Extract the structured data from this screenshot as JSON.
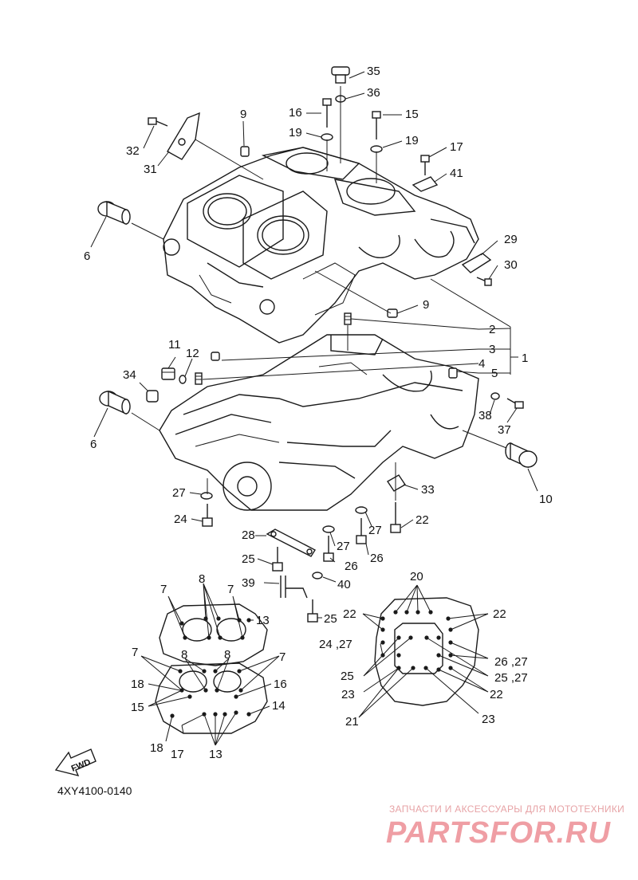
{
  "diagram": {
    "callouts": [
      {
        "id": "c35",
        "text": "35"
      },
      {
        "id": "c36",
        "text": "36"
      },
      {
        "id": "c16",
        "text": "16"
      },
      {
        "id": "c15",
        "text": "15"
      },
      {
        "id": "c9a",
        "text": "9"
      },
      {
        "id": "c19a",
        "text": "19"
      },
      {
        "id": "c19b",
        "text": "19"
      },
      {
        "id": "c17",
        "text": "17"
      },
      {
        "id": "c41",
        "text": "41"
      },
      {
        "id": "c32",
        "text": "32"
      },
      {
        "id": "c31",
        "text": "31"
      },
      {
        "id": "c6a",
        "text": "6"
      },
      {
        "id": "c29",
        "text": "29"
      },
      {
        "id": "c30",
        "text": "30"
      },
      {
        "id": "c9b",
        "text": "9"
      },
      {
        "id": "c2",
        "text": "2"
      },
      {
        "id": "c3",
        "text": "3"
      },
      {
        "id": "c1",
        "text": "1"
      },
      {
        "id": "c4",
        "text": "4"
      },
      {
        "id": "c5",
        "text": "5"
      },
      {
        "id": "c11",
        "text": "11"
      },
      {
        "id": "c12",
        "text": "12"
      },
      {
        "id": "c34",
        "text": "34"
      },
      {
        "id": "c6b",
        "text": "6"
      },
      {
        "id": "c38",
        "text": "38"
      },
      {
        "id": "c37",
        "text": "37"
      },
      {
        "id": "c10",
        "text": "10"
      },
      {
        "id": "c33",
        "text": "33"
      },
      {
        "id": "c27a",
        "text": "27"
      },
      {
        "id": "c24",
        "text": "24"
      },
      {
        "id": "c22a",
        "text": "22"
      },
      {
        "id": "c27b",
        "text": "27"
      },
      {
        "id": "c28",
        "text": "28"
      },
      {
        "id": "c27c",
        "text": "27"
      },
      {
        "id": "c26a",
        "text": "26"
      },
      {
        "id": "c25a",
        "text": "25"
      },
      {
        "id": "c26b",
        "text": "26"
      },
      {
        "id": "c39",
        "text": "39"
      },
      {
        "id": "c40",
        "text": "40"
      },
      {
        "id": "c25b",
        "text": "25"
      },
      {
        "id": "c7a",
        "text": "7"
      },
      {
        "id": "c8a",
        "text": "8"
      },
      {
        "id": "c7b",
        "text": "7"
      },
      {
        "id": "c13a",
        "text": "13"
      },
      {
        "id": "c7c",
        "text": "7"
      },
      {
        "id": "c8b",
        "text": "8"
      },
      {
        "id": "c8c",
        "text": "8"
      },
      {
        "id": "c7d",
        "text": "7"
      },
      {
        "id": "c18a",
        "text": "18"
      },
      {
        "id": "c16b",
        "text": "16"
      },
      {
        "id": "c15b",
        "text": "15"
      },
      {
        "id": "c14",
        "text": "14"
      },
      {
        "id": "c18b",
        "text": "18"
      },
      {
        "id": "c17b",
        "text": "17"
      },
      {
        "id": "c13b",
        "text": "13"
      },
      {
        "id": "c20",
        "text": "20"
      },
      {
        "id": "c22b",
        "text": "22"
      },
      {
        "id": "c22c",
        "text": "22"
      },
      {
        "id": "c2427",
        "text": "24 ,27"
      },
      {
        "id": "c2627",
        "text": "26 ,27"
      },
      {
        "id": "c25c",
        "text": "25"
      },
      {
        "id": "c2527",
        "text": "25 ,27"
      },
      {
        "id": "c23a",
        "text": "23"
      },
      {
        "id": "c22d",
        "text": "22"
      },
      {
        "id": "c21",
        "text": "21"
      },
      {
        "id": "c23b",
        "text": "23"
      }
    ],
    "fwd_label": "FWD",
    "catalog_code": "4XY4100-0140"
  },
  "watermark": {
    "tagline": "ЗАПЧАСТИ И АКСЕССУАРЫ ДЛЯ МОТОТЕХНИКИ",
    "logo": "PARTSFOR.RU"
  }
}
